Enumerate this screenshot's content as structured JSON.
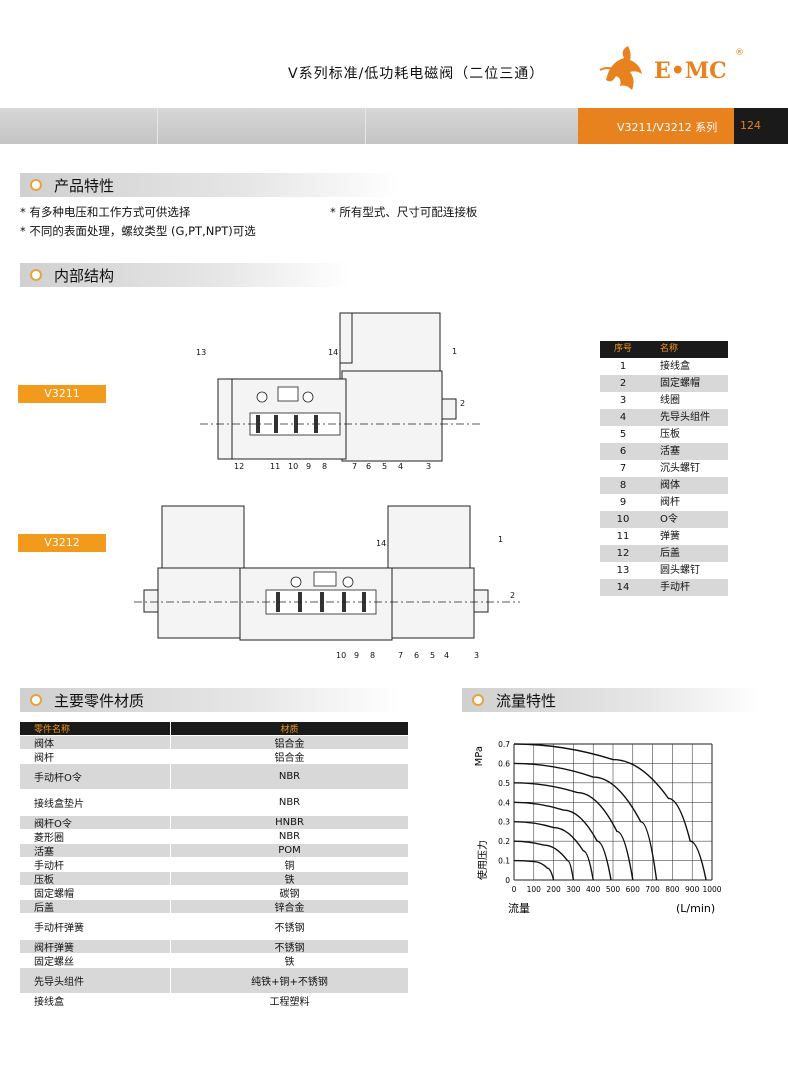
{
  "header": {
    "title": "V系列标准/低功耗电磁阀（二位三通）",
    "logo_text": "E•MC",
    "logo_registered": "®",
    "series_label": "V3211/V3212 系列",
    "page_number": "124"
  },
  "features": {
    "heading": "产品特性",
    "items": [
      "* 有多种电压和工作方式可供选择",
      "* 所有型式、尺寸可配连接板",
      "* 不同的表面处理，螺纹类型 (G,PT,NPT)可选"
    ]
  },
  "structure": {
    "heading": "内部结构",
    "variant_a": "V3211",
    "variant_b": "V3212",
    "callouts_a": [
      "13",
      "14",
      "1",
      "2",
      "12",
      "11",
      "10",
      "9",
      "8",
      "7",
      "6",
      "5",
      "4",
      "3"
    ],
    "callouts_b": [
      "14",
      "1",
      "2",
      "10",
      "9",
      "8",
      "7",
      "6",
      "5",
      "4",
      "3"
    ]
  },
  "parts_table": {
    "headers": [
      "序号",
      "名称"
    ],
    "rows": [
      [
        "1",
        "接线盒"
      ],
      [
        "2",
        "固定螺帽"
      ],
      [
        "3",
        "线圈"
      ],
      [
        "4",
        "先导头组件"
      ],
      [
        "5",
        "压板"
      ],
      [
        "6",
        "活塞"
      ],
      [
        "7",
        "沉头螺钉"
      ],
      [
        "8",
        "阀体"
      ],
      [
        "9",
        "阀杆"
      ],
      [
        "10",
        "O令"
      ],
      [
        "11",
        "弹簧"
      ],
      [
        "12",
        "后盖"
      ],
      [
        "13",
        "圆头螺钉"
      ],
      [
        "14",
        "手动杆"
      ]
    ]
  },
  "materials": {
    "heading": "主要零件材质",
    "headers": [
      "零件名称",
      "材质"
    ],
    "rows": [
      [
        "阀体",
        "铝合金"
      ],
      [
        "阀杆",
        "铝合金"
      ],
      [
        "手动杆O令",
        "NBR"
      ],
      [
        "接线盒垫片",
        "NBR"
      ],
      [
        "阀杆O令",
        "HNBR"
      ],
      [
        "菱形圈",
        "NBR"
      ],
      [
        "活塞",
        "POM"
      ],
      [
        "手动杆",
        "铜"
      ],
      [
        "压板",
        "铁"
      ],
      [
        "固定螺帽",
        "碳钢"
      ],
      [
        "后盖",
        "锌合金"
      ],
      [
        "手动杆弹簧",
        "不锈钢"
      ],
      [
        "阀杆弹簧",
        "不锈钢"
      ],
      [
        "固定螺丝",
        "铁"
      ],
      [
        "先导头组件",
        "纯铁+铜+不锈钢"
      ],
      [
        "接线盒",
        "工程塑料"
      ]
    ]
  },
  "flow": {
    "heading": "流量特性"
  },
  "chart_data": {
    "type": "line",
    "xlabel": "流量",
    "xunit": "(L/min)",
    "ylabel": "使用压力",
    "yunit": "MPa",
    "xlim": [
      0,
      1000
    ],
    "ylim": [
      0,
      0.7
    ],
    "x_ticks": [
      "0",
      "100",
      "200",
      "300",
      "400",
      "500",
      "600",
      "700",
      "800",
      "900",
      "1000"
    ],
    "y_ticks": [
      "0",
      "0.1",
      "0.2",
      "0.3",
      "0.4",
      "0.5",
      "0.6",
      "0.7"
    ],
    "grid": true,
    "series": [
      {
        "x": [
          0,
          100,
          170,
          200
        ],
        "y": [
          0.1,
          0.095,
          0.06,
          0
        ]
      },
      {
        "x": [
          0,
          150,
          270,
          300
        ],
        "y": [
          0.2,
          0.18,
          0.1,
          0
        ]
      },
      {
        "x": [
          0,
          200,
          350,
          400
        ],
        "y": [
          0.3,
          0.27,
          0.15,
          0
        ]
      },
      {
        "x": [
          0,
          250,
          420,
          490
        ],
        "y": [
          0.4,
          0.36,
          0.2,
          0
        ]
      },
      {
        "x": [
          0,
          320,
          520,
          600
        ],
        "y": [
          0.5,
          0.45,
          0.25,
          0
        ]
      },
      {
        "x": [
          0,
          400,
          640,
          720
        ],
        "y": [
          0.6,
          0.53,
          0.3,
          0
        ]
      },
      {
        "x": [
          0,
          500,
          780,
          890,
          970
        ],
        "y": [
          0.7,
          0.62,
          0.42,
          0.2,
          0
        ]
      }
    ]
  }
}
